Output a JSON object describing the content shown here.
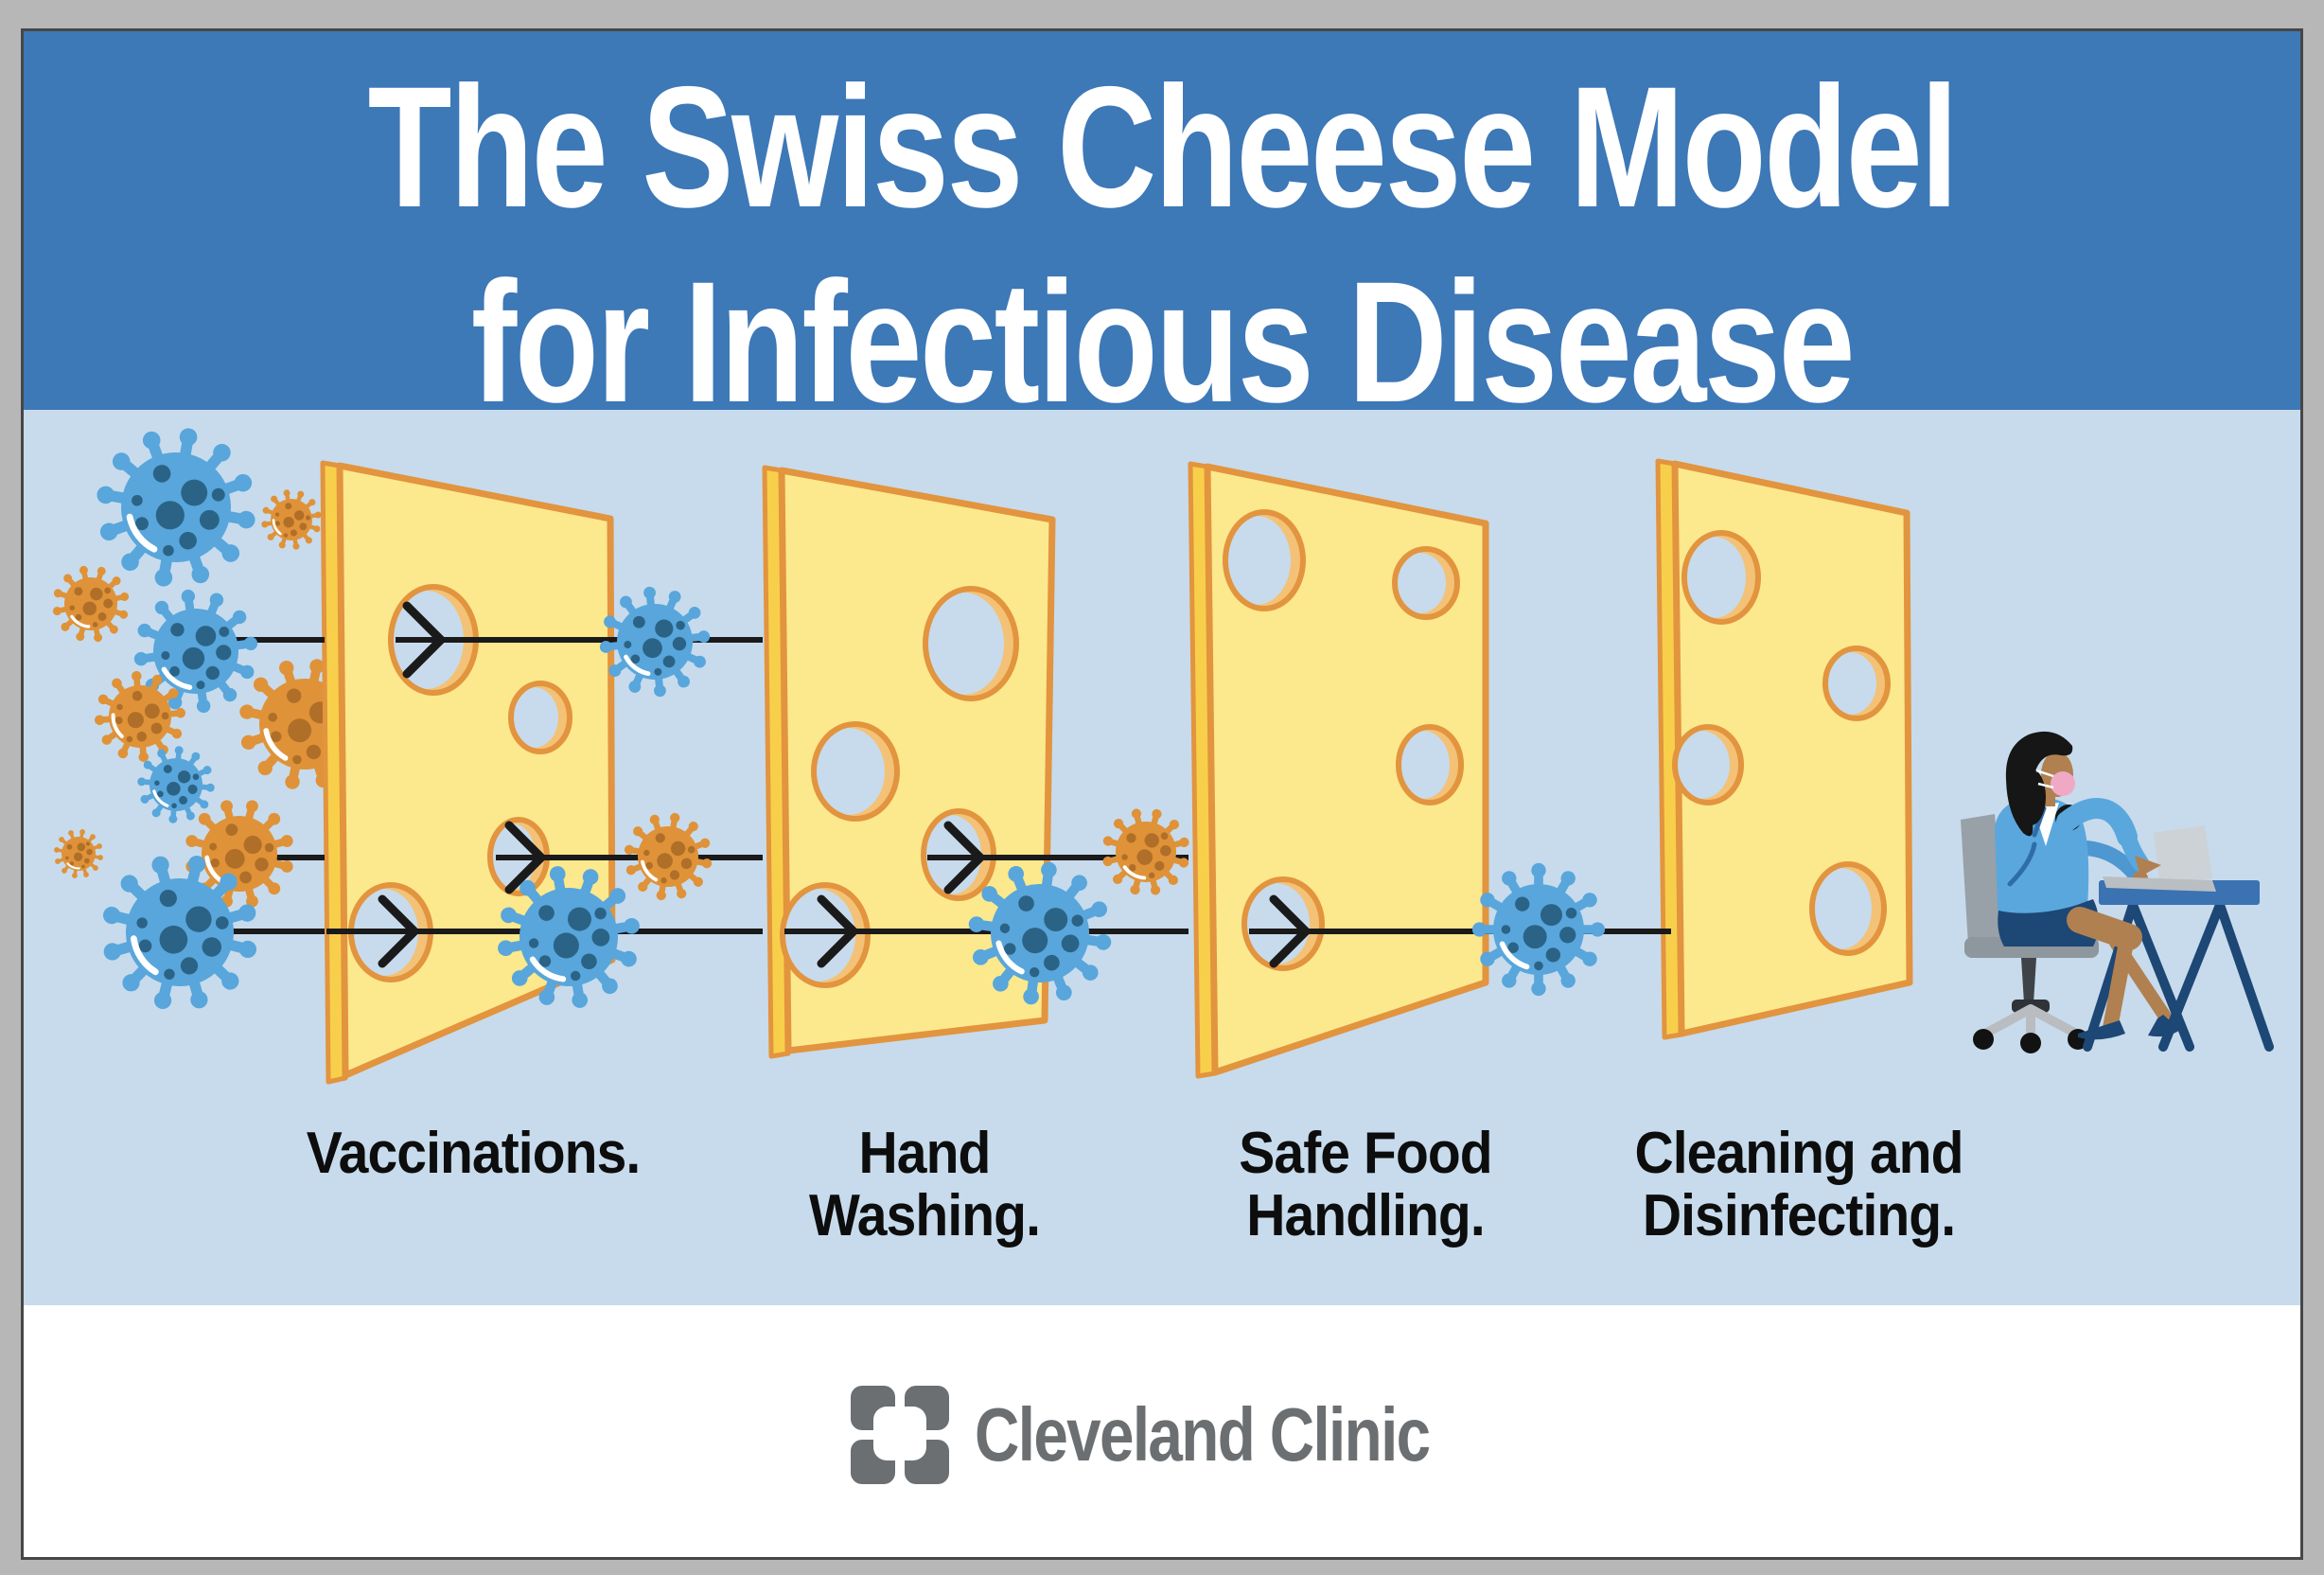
{
  "title": {
    "line1": "The Swiss Cheese Model",
    "line2": "for Infectious Disease"
  },
  "layers": [
    {
      "label": "Vaccinations."
    },
    {
      "label": "Hand\nWashing."
    },
    {
      "label": "Safe Food\nHandling."
    },
    {
      "label": "Cleaning and\nDisinfecting."
    }
  ],
  "footer": {
    "brand": "Cleveland Clinic"
  },
  "illustration": {
    "icons": [
      "virus-blue-icon",
      "virus-orange-icon",
      "cheese-slice-icon",
      "arrow-icon",
      "person-at-desk-icon",
      "cleveland-clinic-logo-icon"
    ],
    "cheese_slice_count": 4,
    "arrow_rows": 3,
    "scene": "Viruses approach from the left; arrows pass through holes in successive cheese slices and are blocked before reaching a masked woman working on a laptop."
  },
  "colors": {
    "frame_gray": "#b7b7b7",
    "frame_line": "#474747",
    "header_blue": "#3D78B7",
    "body_blue": "#C7DBEC",
    "footer_white": "#FFFFFF",
    "title_white": "#FFFFFF",
    "label_black": "#0D0D0D",
    "cheese_yellow": "#FCE88D",
    "cheese_side_yellow": "#F8CF4B",
    "cheese_outline_orange": "#E2943E",
    "hole_shade_orange": "#F3C276",
    "arrow_black": "#1A1A1A",
    "virus_blue": "#58A6DB",
    "virus_blue_spot": "#2B6386",
    "virus_orange": "#DF9238",
    "virus_orange_spot": "#B06F28",
    "logo_gray": "#6B6F72",
    "desk_blue": "#3A72B2",
    "navy": "#1D4775",
    "skin_brown": "#B08050",
    "hair_black": "#161616",
    "mask_pink": "#F0A9C5",
    "chair_gray": "#98A0A8",
    "blazer_blue": "#5AA7DE",
    "laptop_gray": "#CDD2D6"
  }
}
